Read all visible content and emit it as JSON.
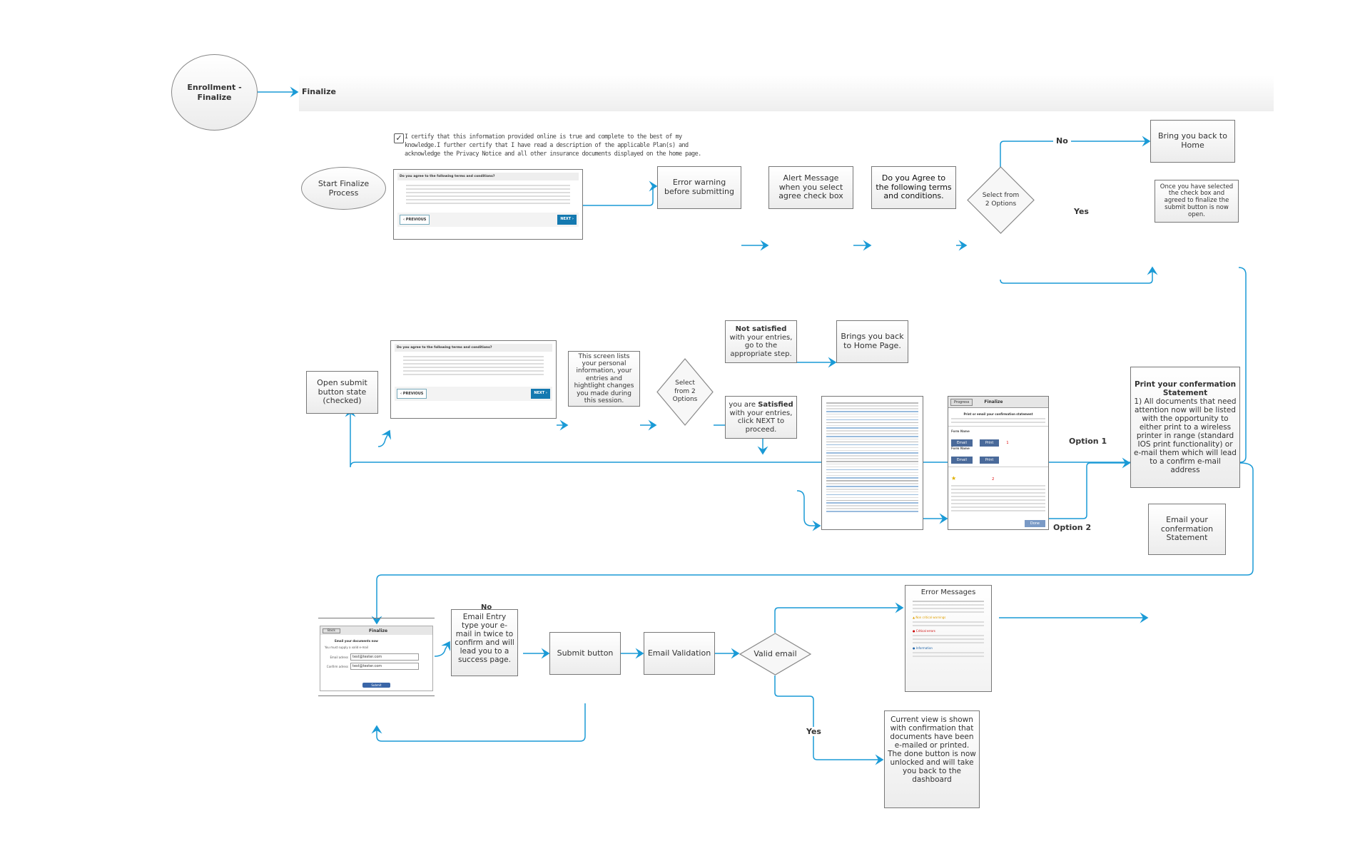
{
  "header": {
    "title": "Finalize",
    "start_node": "Enrollment - Finalize"
  },
  "colors": {
    "connector": "#1a9ad6",
    "node_border": "#777777",
    "header_band": "#f0f0f0"
  },
  "certify_text": "I certify that this information provided online is true and complete to the best of my knowledge.I further certify that I have read a description of the applicable Plan(s) and acknowledge the Privacy Notice and all other insurance documents displayed on the home page.",
  "terms_screen": {
    "title": "Do you agree to the following terms and conditions?",
    "previous": "‹ PREVIOUS",
    "next": "NEXT ›"
  },
  "nodes": {
    "start": "Start Finalize Process",
    "error_warning": "Error warning before submitting",
    "alert_message": "Alert Message when you select agree check box",
    "agree": "Do you Agree to the following terms and conditions.",
    "select1": "Select from 2 Options",
    "no1": "No",
    "yes1": "Yes",
    "back_home": "Bring you back to Home",
    "once_selected": "Once you have selected the check box and agreed to finalize the submit button is now open.",
    "open_submit": "Open submit button state (checked)",
    "screen_lists": "This screen lists your personal information, your entries and hightlight changes you made during this session.",
    "select2": "Select from 2 Options",
    "not_satisfied_bold": "Not satisfied",
    "not_satisfied_rest": " with your entries, go to the appropriate step.",
    "brings_home": "Brings you back to Home Page.",
    "satisfied_pre": "you are ",
    "satisfied_bold": "Satisfied",
    "satisfied_rest": " with your entries, click NEXT to proceed.",
    "option1": "Option 1",
    "option2": "Option 2",
    "print_title": "Print your confermation Statement",
    "print_body": "1) All documents that need attention now will be listed with the opportunity to either print to a wireless printer in range (standard IOS print functionality) or e-mail them which will lead to a confirm e-mail address",
    "email_conf": "Email your confermation Statement",
    "email_entry": "Email Entry type your e-mail in twice to confirm and will lead you to a success page.",
    "no2": "No",
    "submit": "Submit button",
    "email_validation": "Email Validation",
    "valid_email": "Valid email",
    "yes2": "Yes",
    "error_messages": "Error Messages",
    "current_view": "Current view is shown with confirmation that documents have been e-mailed or printed. The done button is now unlocked and will take you back to the dashboard"
  },
  "finalize_screen": {
    "progress": "Progress",
    "title": "Finalize",
    "heading": "Print or email your confirmation statement",
    "form_name": "Form Name",
    "email": "Email",
    "print": "Print",
    "mark1": "1",
    "mark2": "2",
    "done": "Done"
  },
  "email_screen": {
    "back": "Back",
    "title": "Finalize",
    "heading": "Email your documents now",
    "note": "You must supply a valid e-mail",
    "email_label": "Email adress",
    "confirm_label": "Confirm adress",
    "email_value": "test@tester.com",
    "confirm_value": "test@tester.com",
    "submit": "Submit"
  },
  "error_screen": {
    "warnings": "Non critical warnings",
    "critical": "Critical errors",
    "info": "Information"
  }
}
